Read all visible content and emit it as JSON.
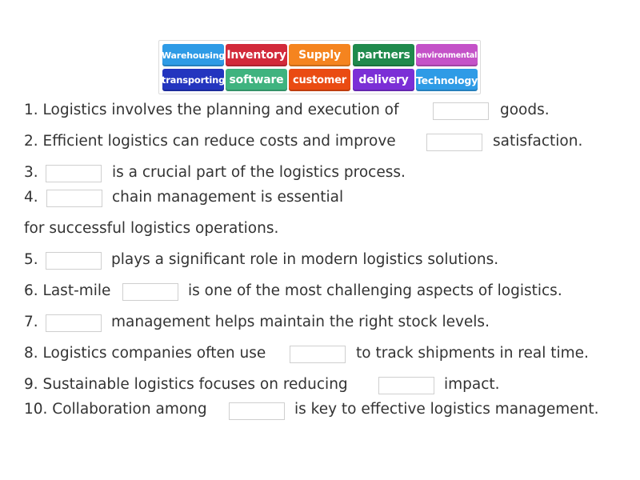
{
  "word_bank": {
    "tiles": [
      {
        "label": "Warehousing",
        "color": "#2e9be6",
        "font_size": "11px"
      },
      {
        "label": "Inventory",
        "color": "#d22a3a",
        "font_size": "14px"
      },
      {
        "label": "Supply",
        "color": "#f5841f",
        "font_size": "14px"
      },
      {
        "label": "partners",
        "color": "#1f8a4c",
        "font_size": "14px"
      },
      {
        "label": "environmental",
        "color": "#c452c8",
        "font_size": "9.5px"
      },
      {
        "label": "transporting",
        "color": "#2335bf",
        "font_size": "11.5px"
      },
      {
        "label": "software",
        "color": "#3fb37f",
        "font_size": "14px"
      },
      {
        "label": "customer",
        "color": "#ea4b12",
        "font_size": "13px"
      },
      {
        "label": "delivery",
        "color": "#7b2fd6",
        "font_size": "14px"
      },
      {
        "label": "Technology",
        "color": "#2e9be6",
        "font_size": "12.5px"
      }
    ]
  },
  "sentences": [
    {
      "number": "1.",
      "before": "1. Logistics involves the planning and execution of",
      "after": "goods.",
      "blank_value": ""
    },
    {
      "number": "2.",
      "before": "2. Efficient logistics can reduce costs and improve",
      "after": "satisfaction.",
      "blank_value": ""
    },
    {
      "number": "3.",
      "before": "3.",
      "after": "is a crucial part of the logistics process.",
      "blank_value": ""
    },
    {
      "number": "4.",
      "before": "4.",
      "after": "chain management is essential",
      "continuation": "for successful logistics operations.",
      "blank_value": ""
    },
    {
      "number": "5.",
      "before": "5.",
      "after": "plays a significant role in modern logistics solutions.",
      "blank_value": ""
    },
    {
      "number": "6.",
      "before": "6. Last-mile",
      "after": "is one of the most challenging aspects of logistics.",
      "blank_value": ""
    },
    {
      "number": "7.",
      "before": "7.",
      "after": "management helps maintain the right stock levels.",
      "blank_value": ""
    },
    {
      "number": "8.",
      "before": "8. Logistics companies often use",
      "after": "to track shipments in real time.",
      "blank_value": ""
    },
    {
      "number": "9.",
      "before": "9. Sustainable logistics focuses on reducing",
      "after": "impact.",
      "blank_value": ""
    },
    {
      "number": "10.",
      "before": "10. Collaboration among",
      "after": "is key to effective logistics management.",
      "blank_value": ""
    }
  ]
}
